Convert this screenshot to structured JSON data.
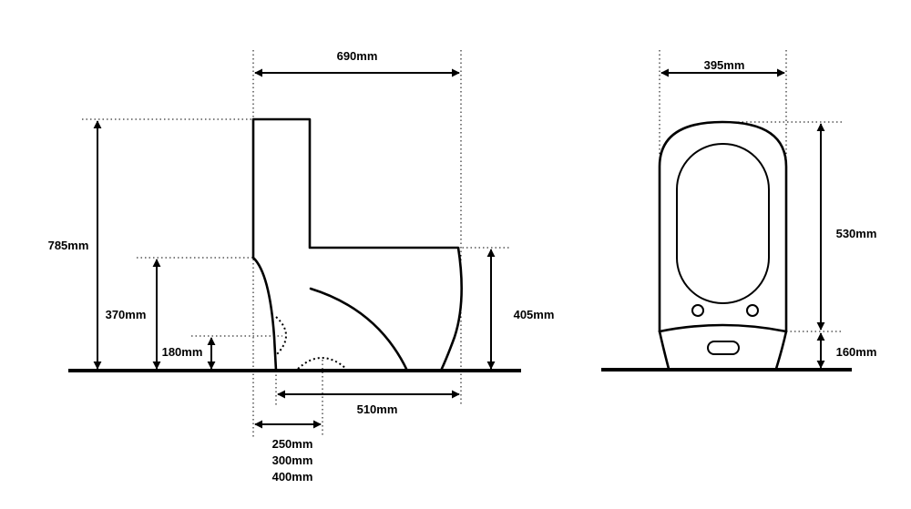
{
  "side_view": {
    "width_label": "690mm",
    "total_height_label": "785mm",
    "seat_height_label": "370mm",
    "outlet_height_label": "180mm",
    "bowl_front_height_label": "405mm",
    "depth_label": "510mm",
    "rough_in_labels": [
      "250mm",
      "300mm",
      "400mm"
    ]
  },
  "front_view": {
    "width_label": "395mm",
    "lid_height_label": "530mm",
    "base_height_label": "160mm"
  }
}
